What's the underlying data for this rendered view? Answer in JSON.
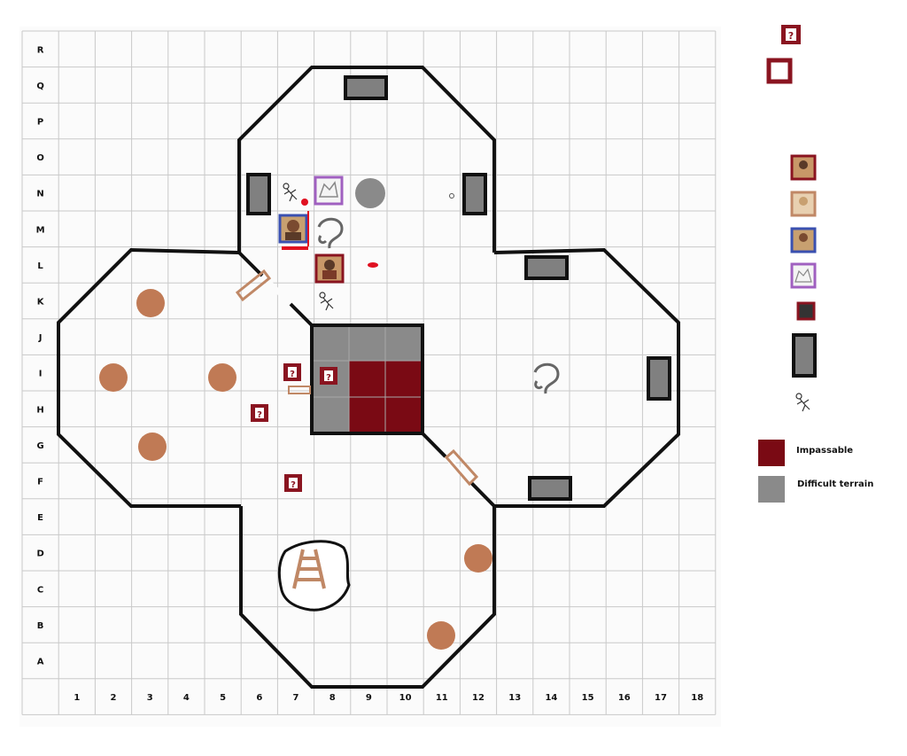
{
  "map": {
    "row_labels": [
      "R",
      "Q",
      "P",
      "O",
      "N",
      "M",
      "L",
      "K",
      "J",
      "I",
      "H",
      "G",
      "F",
      "E",
      "D",
      "C",
      "B",
      "A"
    ],
    "col_labels": [
      "1",
      "2",
      "3",
      "4",
      "5",
      "6",
      "7",
      "8",
      "9",
      "10",
      "11",
      "12",
      "13",
      "14",
      "15",
      "16",
      "17",
      "18"
    ],
    "colors": {
      "wall": "#111111",
      "impassable": "#7a0a14",
      "difficult": "#8a8a8a",
      "pillar": "#c07a55",
      "door": "#c08866",
      "grid": "#c9c9c9",
      "token_red": "#8a1420",
      "token_blue": "#3a50b0",
      "token_purple": "#a060c0",
      "token_tan": "#c08866"
    },
    "chest_glyph": "?"
  },
  "legend": {
    "impassable_label": "Impassable",
    "difficult_label": "Difficult terrain",
    "icons": [
      "chest-icon",
      "empty-square-icon",
      "red-hero-token",
      "tan-hero-token",
      "blue-hero-token",
      "purple-hero-token",
      "small-monster-token",
      "wall-block-icon",
      "skeleton-scribble-icon"
    ]
  }
}
